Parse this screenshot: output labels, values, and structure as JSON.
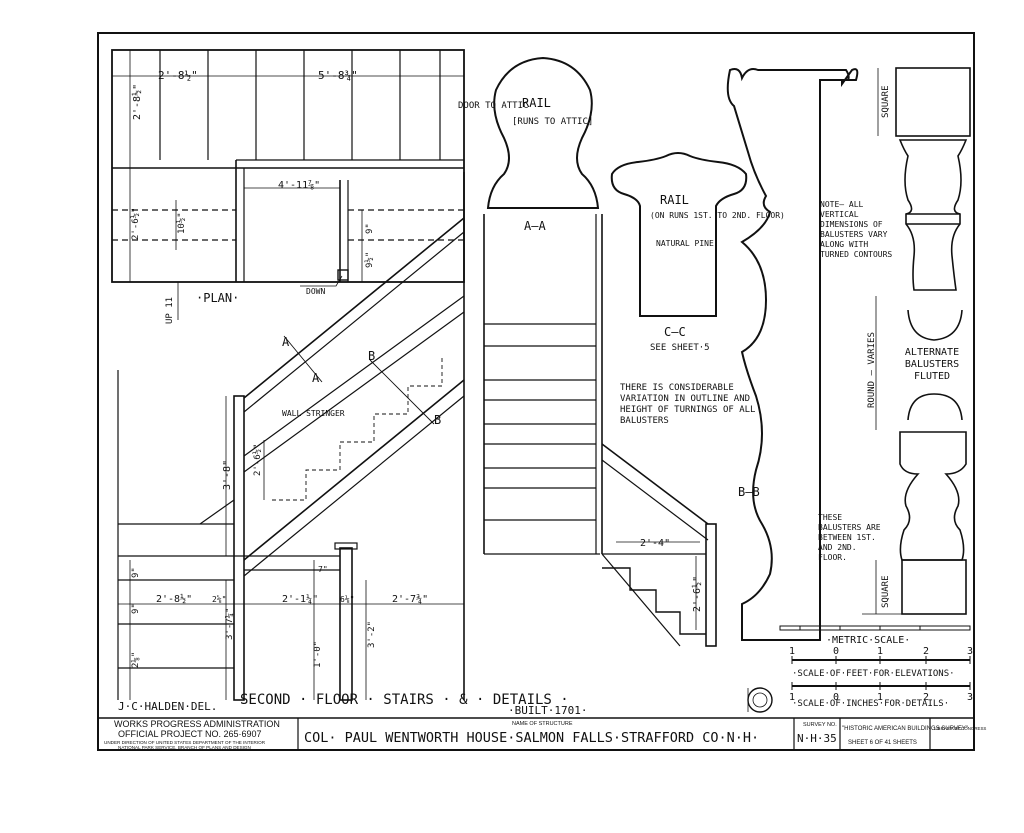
{
  "plan": {
    "title": "·PLAN·",
    "dims": [
      "2'-8½\"",
      "5'-8¾\"",
      "2'-8½\"",
      "4'-11⅞\"",
      "2'-6½\"",
      "10½\"",
      "9\"",
      "9½\""
    ],
    "door_label": "DOOR TO ATTIC",
    "down_label": "DOWN",
    "up_label": "UP 11"
  },
  "section": {
    "cut_labels": [
      "A",
      "A",
      "B",
      "B"
    ],
    "wall_stringer": "WALL STRINGER",
    "dims": [
      "3'-8\"",
      "2'-6½\"",
      "9\"",
      "9\"",
      "2'-8½\"",
      "2⅝\"",
      "2'-1¼\"",
      "6⅛\"",
      "2'-7¾\"",
      "3'-2\"",
      "3'-7¼\"",
      "1'-0\"",
      "2⅛\"",
      "7\""
    ]
  },
  "rail_aa": {
    "title": "RAIL",
    "note": "[RUNS TO ATTIC]",
    "section": "A–A"
  },
  "rail_cc": {
    "title": "RAIL",
    "note": "(ON RUNS 1ST. TO 2ND. FLOOR)",
    "material": "NATURAL PINE",
    "section": "C–C",
    "ref": "SEE SHEET·5"
  },
  "elevation": {
    "dims": [
      "2'-4\"",
      "2'-6½\""
    ]
  },
  "variation_note": "THERE IS CONSIDERABLE VARIATION IN OUTLINE AND HEIGHT OF TURNINGS OF ALL BALUSTERS",
  "bb_label": "B–B",
  "baluster": {
    "note": "NOTE–  ALL VERTICAL DIMENSIONS OF BALUSTERS VARY ALONG WITH TURNED CONTOURS",
    "alternate": "ALTERNATE BALUSTERS FLUTED",
    "between": "THESE BALUSTERS ARE BETWEEN 1ST. AND 2ND. FLOOR.",
    "square_top": "SQUARE",
    "round": "ROUND — VARIES",
    "square_bottom": "SQUARE"
  },
  "scales": {
    "metric": "·METRIC·SCALE·",
    "metric_ticks": [
      "1",
      "0",
      "1",
      "2",
      "3"
    ],
    "feet": "·SCALE·OF·FEET·FOR·ELEVATIONS·",
    "feet_ticks": [
      "1",
      "0",
      "1",
      "2",
      "3"
    ],
    "inches": "·SCALE·OF·INCHES·FOR·DETAILS·"
  },
  "drawing_title": "SECOND · FLOOR · STAIRS · & · DETAILS ·",
  "built": "·BUILT·1701·",
  "delineator": "J·C·HALDEN·DEL.",
  "title_block": {
    "wpa_1": "WORKS PROGRESS ADMINISTRATION",
    "wpa_2": "OFFICIAL PROJECT NO. 265·6907",
    "wpa_3": "UNDER DIRECTION OF UNITED STATES DEPARTMENT OF THE INTERIOR",
    "wpa_4": "NATIONAL PARK SERVICE, BRANCH OF PLANS AND DESIGN",
    "structure_label": "NAME OF STRUCTURE",
    "structure_name": "COL· PAUL WENTWORTH HOUSE·SALMON FALLS·STRAFFORD CO·N·H·",
    "survey_label": "SURVEY NO.",
    "survey_no": "N·H·35",
    "habs": "\"HISTORIC AMERICAN BUILDINGS SURVEY\"",
    "sheet": "SHEET 6 OF 41 SHEETS",
    "loc": "LIBRARY OF CONGRESS"
  }
}
